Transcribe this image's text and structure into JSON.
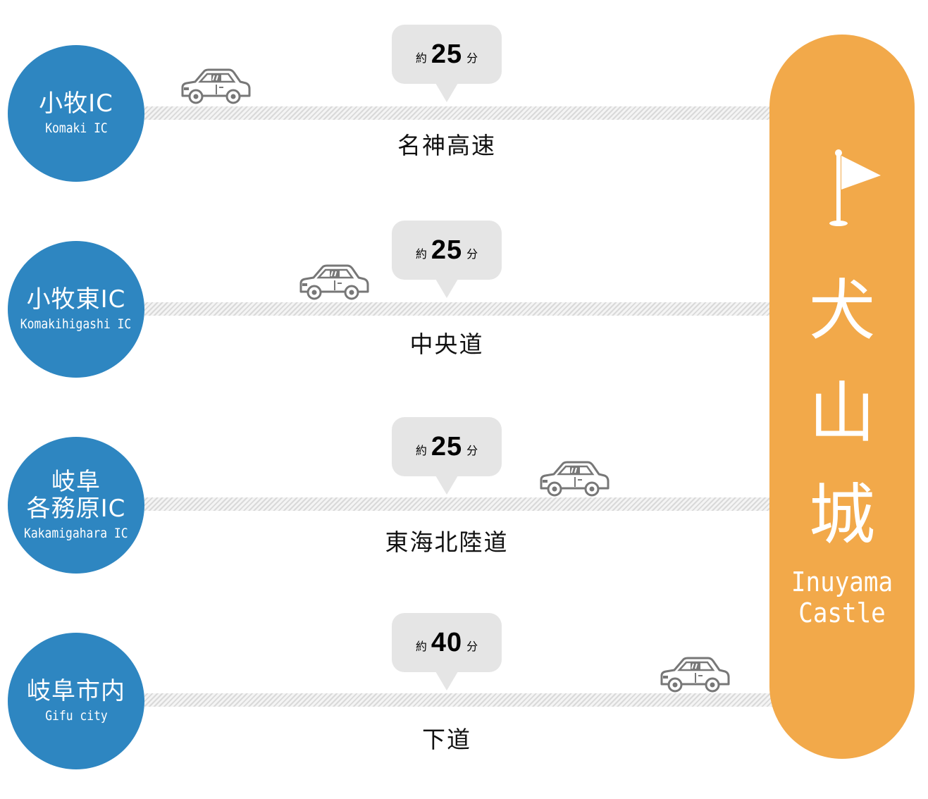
{
  "colors": {
    "origin_circle": "#2e86c1",
    "destination": "#f2a94a",
    "bubble": "#e5e5e5",
    "road_stripe": "#d9d9d9",
    "car_outline": "#777777"
  },
  "routes": [
    {
      "origin_name": "小牧IC",
      "origin_sub": "Komaki IC",
      "about": "約",
      "minutes": "25",
      "unit": "分",
      "road_name": "名神高速",
      "car_icon": "car-icon"
    },
    {
      "origin_name": "小牧東IC",
      "origin_sub": "Komakihigashi IC",
      "about": "約",
      "minutes": "25",
      "unit": "分",
      "road_name": "中央道",
      "car_icon": "car-icon"
    },
    {
      "origin_name": "岐阜\n各務原IC",
      "origin_sub": "Kakamigahara IC",
      "about": "約",
      "minutes": "25",
      "unit": "分",
      "road_name": "東海北陸道",
      "car_icon": "car-icon"
    },
    {
      "origin_name": "岐阜市内",
      "origin_sub": "Gifu city",
      "about": "約",
      "minutes": "40",
      "unit": "分",
      "road_name": "下道",
      "car_icon": "car-icon"
    }
  ],
  "destination": {
    "name": "犬\n山\n城",
    "sub": "Inuyama\nCastle",
    "icon": "flag-icon"
  }
}
